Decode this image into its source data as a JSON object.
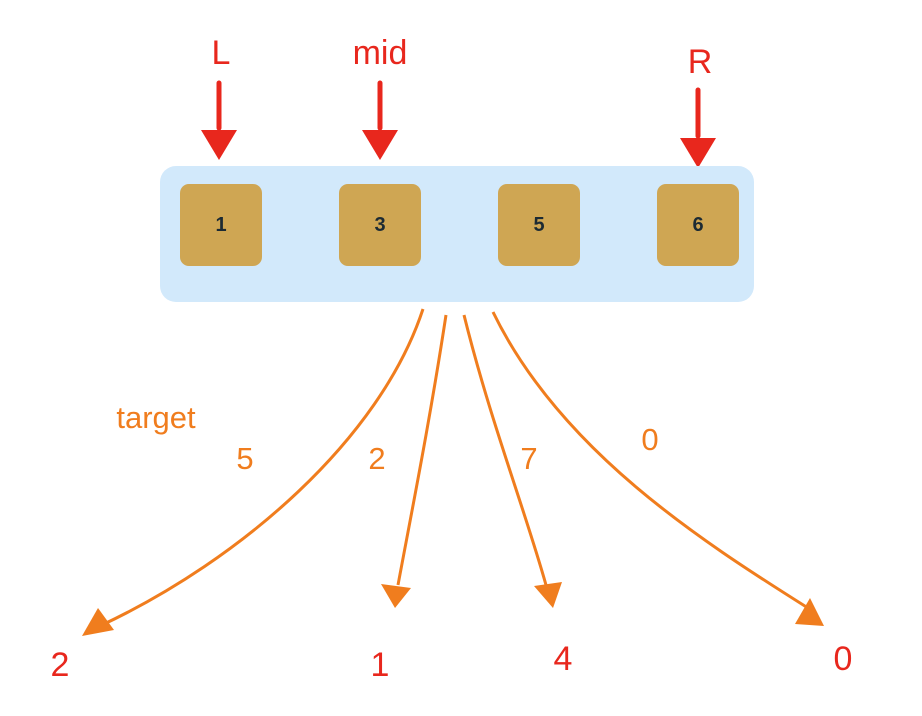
{
  "pointers": [
    {
      "label": "L",
      "target_index": 0
    },
    {
      "label": "mid",
      "target_index": 1
    },
    {
      "label": "R",
      "target_index": 3
    }
  ],
  "array": {
    "cells": [
      "1",
      "3",
      "5",
      "6"
    ]
  },
  "target_label": "target",
  "queries": [
    {
      "target": "5",
      "result": "2"
    },
    {
      "target": "2",
      "result": "1"
    },
    {
      "target": "7",
      "result": "4"
    },
    {
      "target": "0",
      "result": "0"
    }
  ],
  "colors": {
    "pointer": "#e8271d",
    "query_arrow": "#f07d1e",
    "array_bg": "#d2e9fb",
    "cell_fill": "#cfa653",
    "cell_text": "#1c2a33"
  }
}
